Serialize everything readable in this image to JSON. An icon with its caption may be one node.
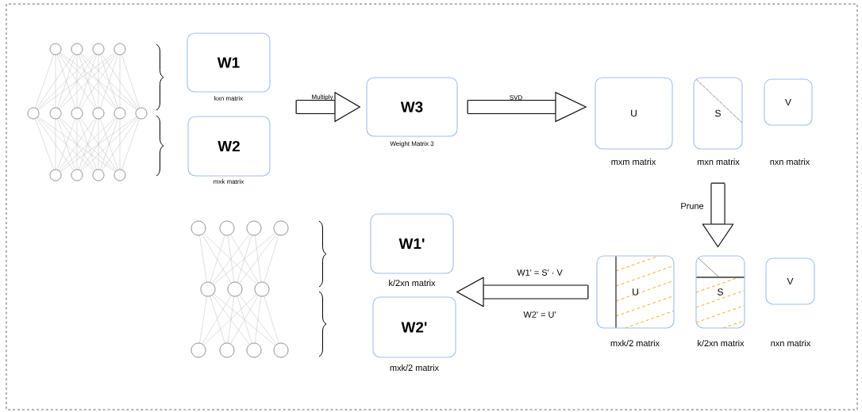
{
  "diagram": {
    "nodes": [
      {
        "text": [],
        "shape": "picture"
      },
      {
        "text": [
          "W1"
        ],
        "beside": [
          "kxn matrix"
        ]
      },
      {
        "text": [
          "W2"
        ],
        "beside": [
          "mxk matrix"
        ]
      },
      {
        "text": [
          "W3"
        ],
        "beside": [
          "Weight Matrix 3"
        ]
      },
      {
        "text": [
          "U"
        ],
        "beside": [
          "mxm matrix"
        ]
      },
      {
        "text": [
          "S"
        ],
        "beside": [
          "mxn matrix"
        ]
      },
      {
        "text": [
          "V"
        ],
        "beside": [
          "nxn matrix"
        ]
      },
      {
        "text": [
          "U"
        ],
        "beside": [
          "mxk/2 matrix"
        ]
      },
      {
        "text": [
          "S"
        ],
        "beside": [
          "k/2xn matrix"
        ]
      },
      {
        "text": [
          "V"
        ]
      },
      {
        "text": [
          "W1'"
        ],
        "beside": [
          "k/2xn matrix"
        ]
      },
      {
        "text": [
          "W2'"
        ],
        "beside": [
          "mxk/2 matrix"
        ]
      },
      {
        "text": [],
        "shape": "picture"
      }
    ],
    "edges": [
      {
        "from": 1,
        "to": 3,
        "arrow": "to",
        "label": "Multiply"
      },
      {
        "from": 2,
        "to": 3,
        "arrow": "to"
      },
      {
        "from": 3,
        "to": 4,
        "arrow": "to",
        "label": "SVD"
      },
      {
        "from": 5,
        "to": 8,
        "arrow": "to",
        "label": "Prune"
      },
      {
        "from": 7,
        "to": 10,
        "arrow": "to",
        "label": "W1' = S' · V"
      },
      {
        "from": 7,
        "to": 11,
        "arrow": "to",
        "label": "W2' = U'"
      }
    ],
    "labels": [
      "nxn matrix"
    ]
  }
}
